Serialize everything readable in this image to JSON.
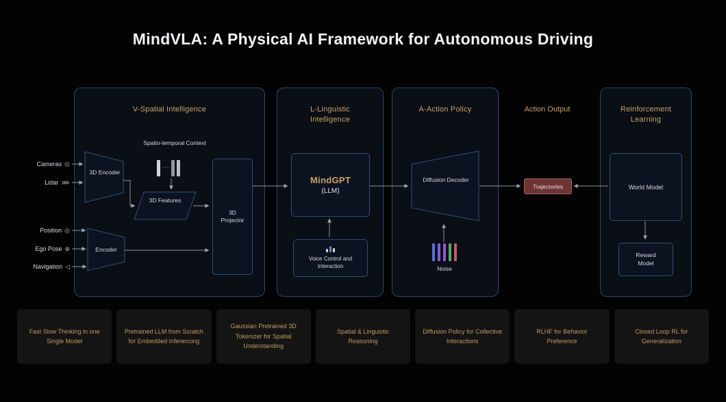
{
  "title": "MindVLA: A Physical AI Framework for Autonomous Driving",
  "colors": {
    "gold": "#c9a266",
    "panel-border": "#2a4a6e",
    "box-border": "#2e5078",
    "arrow": "#8b95a3",
    "traj-bg": "#6d3434",
    "traj-border": "#a86060",
    "card-text": "#c29a60"
  },
  "spatial": {
    "title": "V-Spatial Intelligence",
    "context": "Spatio-temporal Context",
    "token_dots": "⋯",
    "encoder3d": "3D Encoder",
    "features": "3D Features",
    "projector": "3D Projector",
    "encoder": "Encoder",
    "inputs": [
      {
        "label": "Cameras",
        "icon": "◎"
      },
      {
        "label": "Lidar",
        "icon": "⋙"
      },
      {
        "label": "Position",
        "icon": "◎"
      },
      {
        "label": "Ego Pose",
        "icon": "⊕"
      },
      {
        "label": "Navigation",
        "icon": "◁"
      }
    ]
  },
  "linguistic": {
    "title": "L-Linguistic Intelligence",
    "model": "MindGPT",
    "model_sub": "(LLM)",
    "voice": "Voice Control and Interaction"
  },
  "action": {
    "title": "A-Action Policy",
    "decoder": "Diffusion Decoder",
    "noise": "Noise",
    "noise_colors": [
      "#5a6fd6",
      "#7b5fd6",
      "#9a55cc",
      "#55a56e",
      "#c05f5f"
    ]
  },
  "output": {
    "title": "Action Output",
    "badge": "Trajectories"
  },
  "rl": {
    "title": "Reinforcement Learning",
    "world": "World Model",
    "reward": "Reward Model"
  },
  "cards": [
    "Fast Slow Thinking in one Single Model",
    "Pretrained LLM from Scratch for Embedded Inferencing",
    "Gaussian Pretrained 3D Tokenizer for Spatial Understanding",
    "Spatial & Linguistic Reasoning",
    "Diffusion Policy for Collective Interactions",
    "RLHF for Behavior Preference",
    "Closed Loop RL for Generalization"
  ]
}
